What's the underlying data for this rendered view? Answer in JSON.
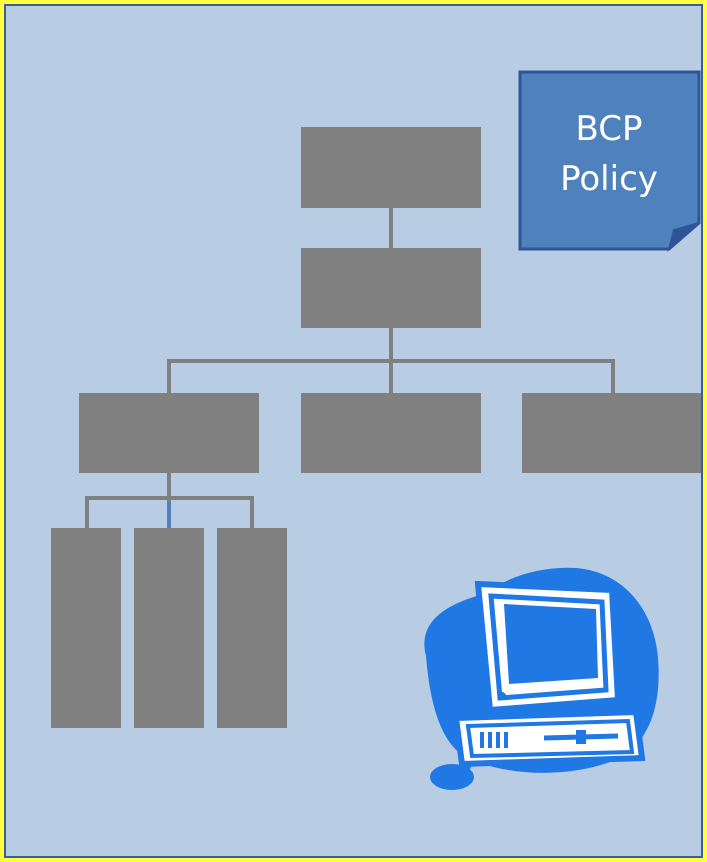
{
  "policy_note": {
    "line1": "BCP",
    "line2": "Policy"
  },
  "org_chart": {
    "levels": [
      {
        "level": "top",
        "boxes": 1
      },
      {
        "level": "second",
        "boxes": 1
      },
      {
        "level": "third",
        "boxes": 3
      },
      {
        "level": "fourth",
        "boxes": 3
      }
    ]
  },
  "colors": {
    "border": "#ffff40",
    "background": "#b8cce4",
    "box": "#808080",
    "connector": "#808080",
    "note": "#4f81bd",
    "computer": "#1f78e3"
  },
  "icons": {
    "note": "policy-document-icon",
    "computer": "desktop-computer-icon"
  }
}
